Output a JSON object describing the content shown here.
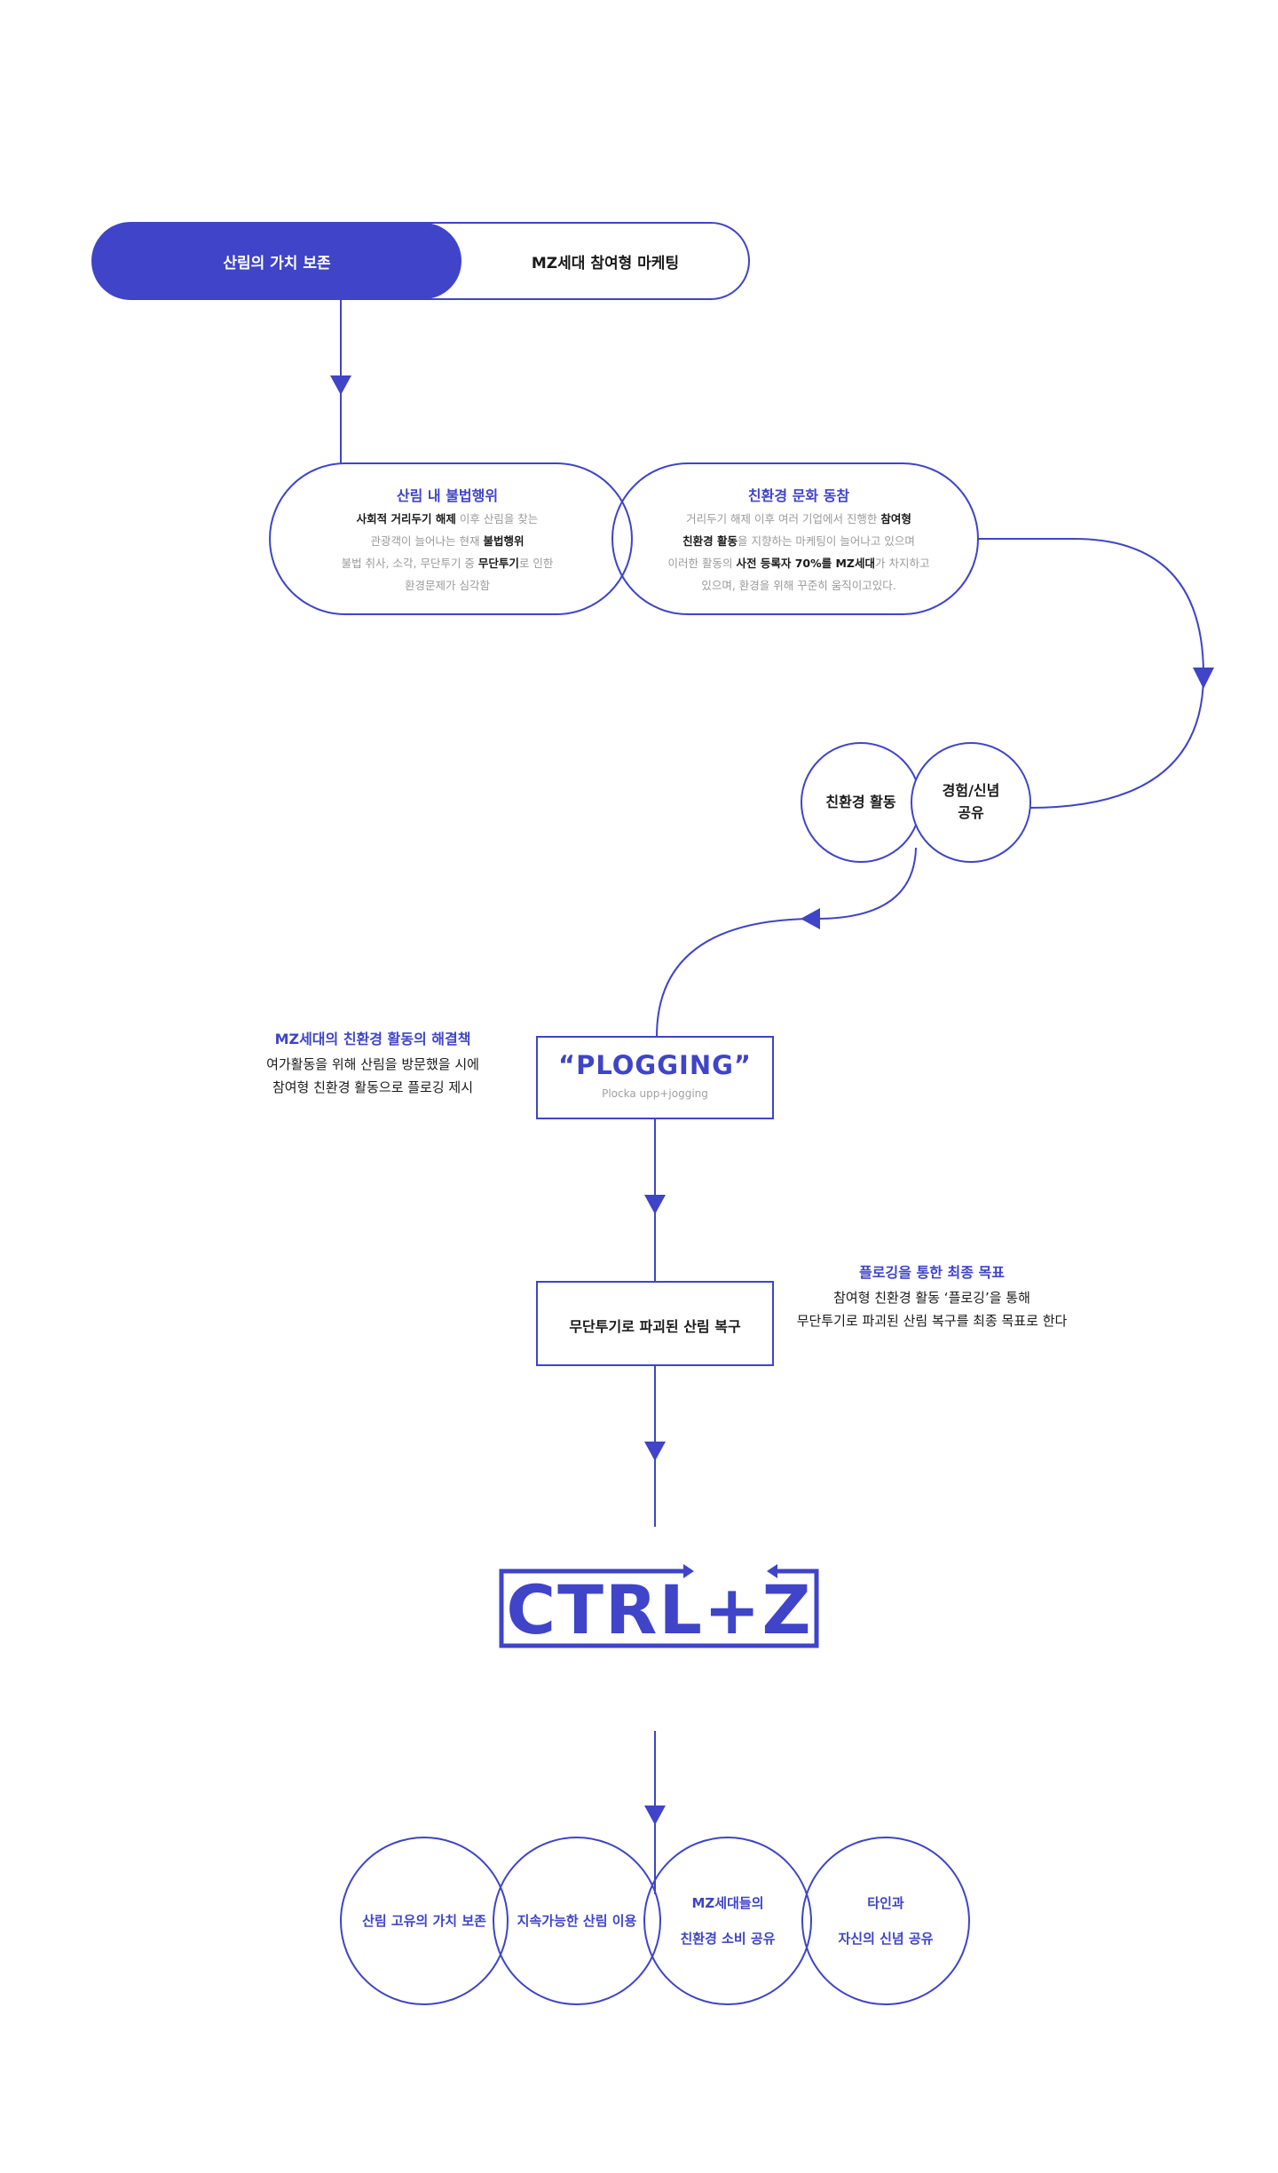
{
  "toggle": {
    "active_label": "산림의 가치 보존",
    "inactive_label": "MZ세대 참여형 마케팅"
  },
  "bubble_left": {
    "title": "산림 내 불법행위",
    "line1_a": "사회적 거리두기 해제",
    "line1_b": " 이후 산림을 찾는",
    "line2_a": "관광객이 늘어나는 현재 ",
    "line2_b": "불법행위",
    "line3_a": "불법 취사, 소각, 무단투기 중 ",
    "line3_b": "무단투기",
    "line3_c": "로 인한",
    "line4": "환경문제가 심각함"
  },
  "bubble_right": {
    "title": "친환경 문화 동참",
    "line1_a": "거리두기 해제 이후 여러 기업에서 진행한 ",
    "line1_b": "참여형",
    "line2_a": "친환경 활동",
    "line2_b": "을 지향하는 마케팅이 늘어나고 있으며",
    "line3_a": "이러한 활동의 ",
    "line3_b": "사전 등록자 70%를 MZ세대",
    "line3_c": "가 차지하고",
    "line4": "있으며, 환경을 위해 꾸준히 움직이고있다."
  },
  "small_circles": {
    "left": "친환경 활동",
    "right_line1": "경험/신념",
    "right_line2": "공유"
  },
  "solution": {
    "title": "MZ세대의 친환경 활동의 해결책",
    "line1": "여가활동을 위해 산림을 방문했을 시에",
    "line2": "참여형 친환경 활동으로 플로깅 제시"
  },
  "plogging": {
    "title": "“PLOGGING”",
    "subtitle": "Plocka upp+jogging"
  },
  "restore_box": {
    "label": "무단투기로 파괴된 산림 복구"
  },
  "final_goal": {
    "title": "플로깅을 통한 최종 목표",
    "line1": "참여형 친환경 활동 ‘플로깅’을 통해",
    "line2": "무단투기로 파괴된 산림 복구를 최종 목표로 한다"
  },
  "logo": {
    "text": "CTRL+Z"
  },
  "goals": [
    {
      "line1": "산림 고유의 가치 보존",
      "line2": ""
    },
    {
      "line1": "지속가능한 산림 이용",
      "line2": ""
    },
    {
      "line1": "MZ세대들의",
      "line2": "친환경 소비 공유"
    },
    {
      "line1": "타인과",
      "line2": "자신의 신념 공유"
    }
  ],
  "colors": {
    "accent": "#3f44c8",
    "text": "#1a1a1a",
    "muted": "#9a9a9a"
  }
}
